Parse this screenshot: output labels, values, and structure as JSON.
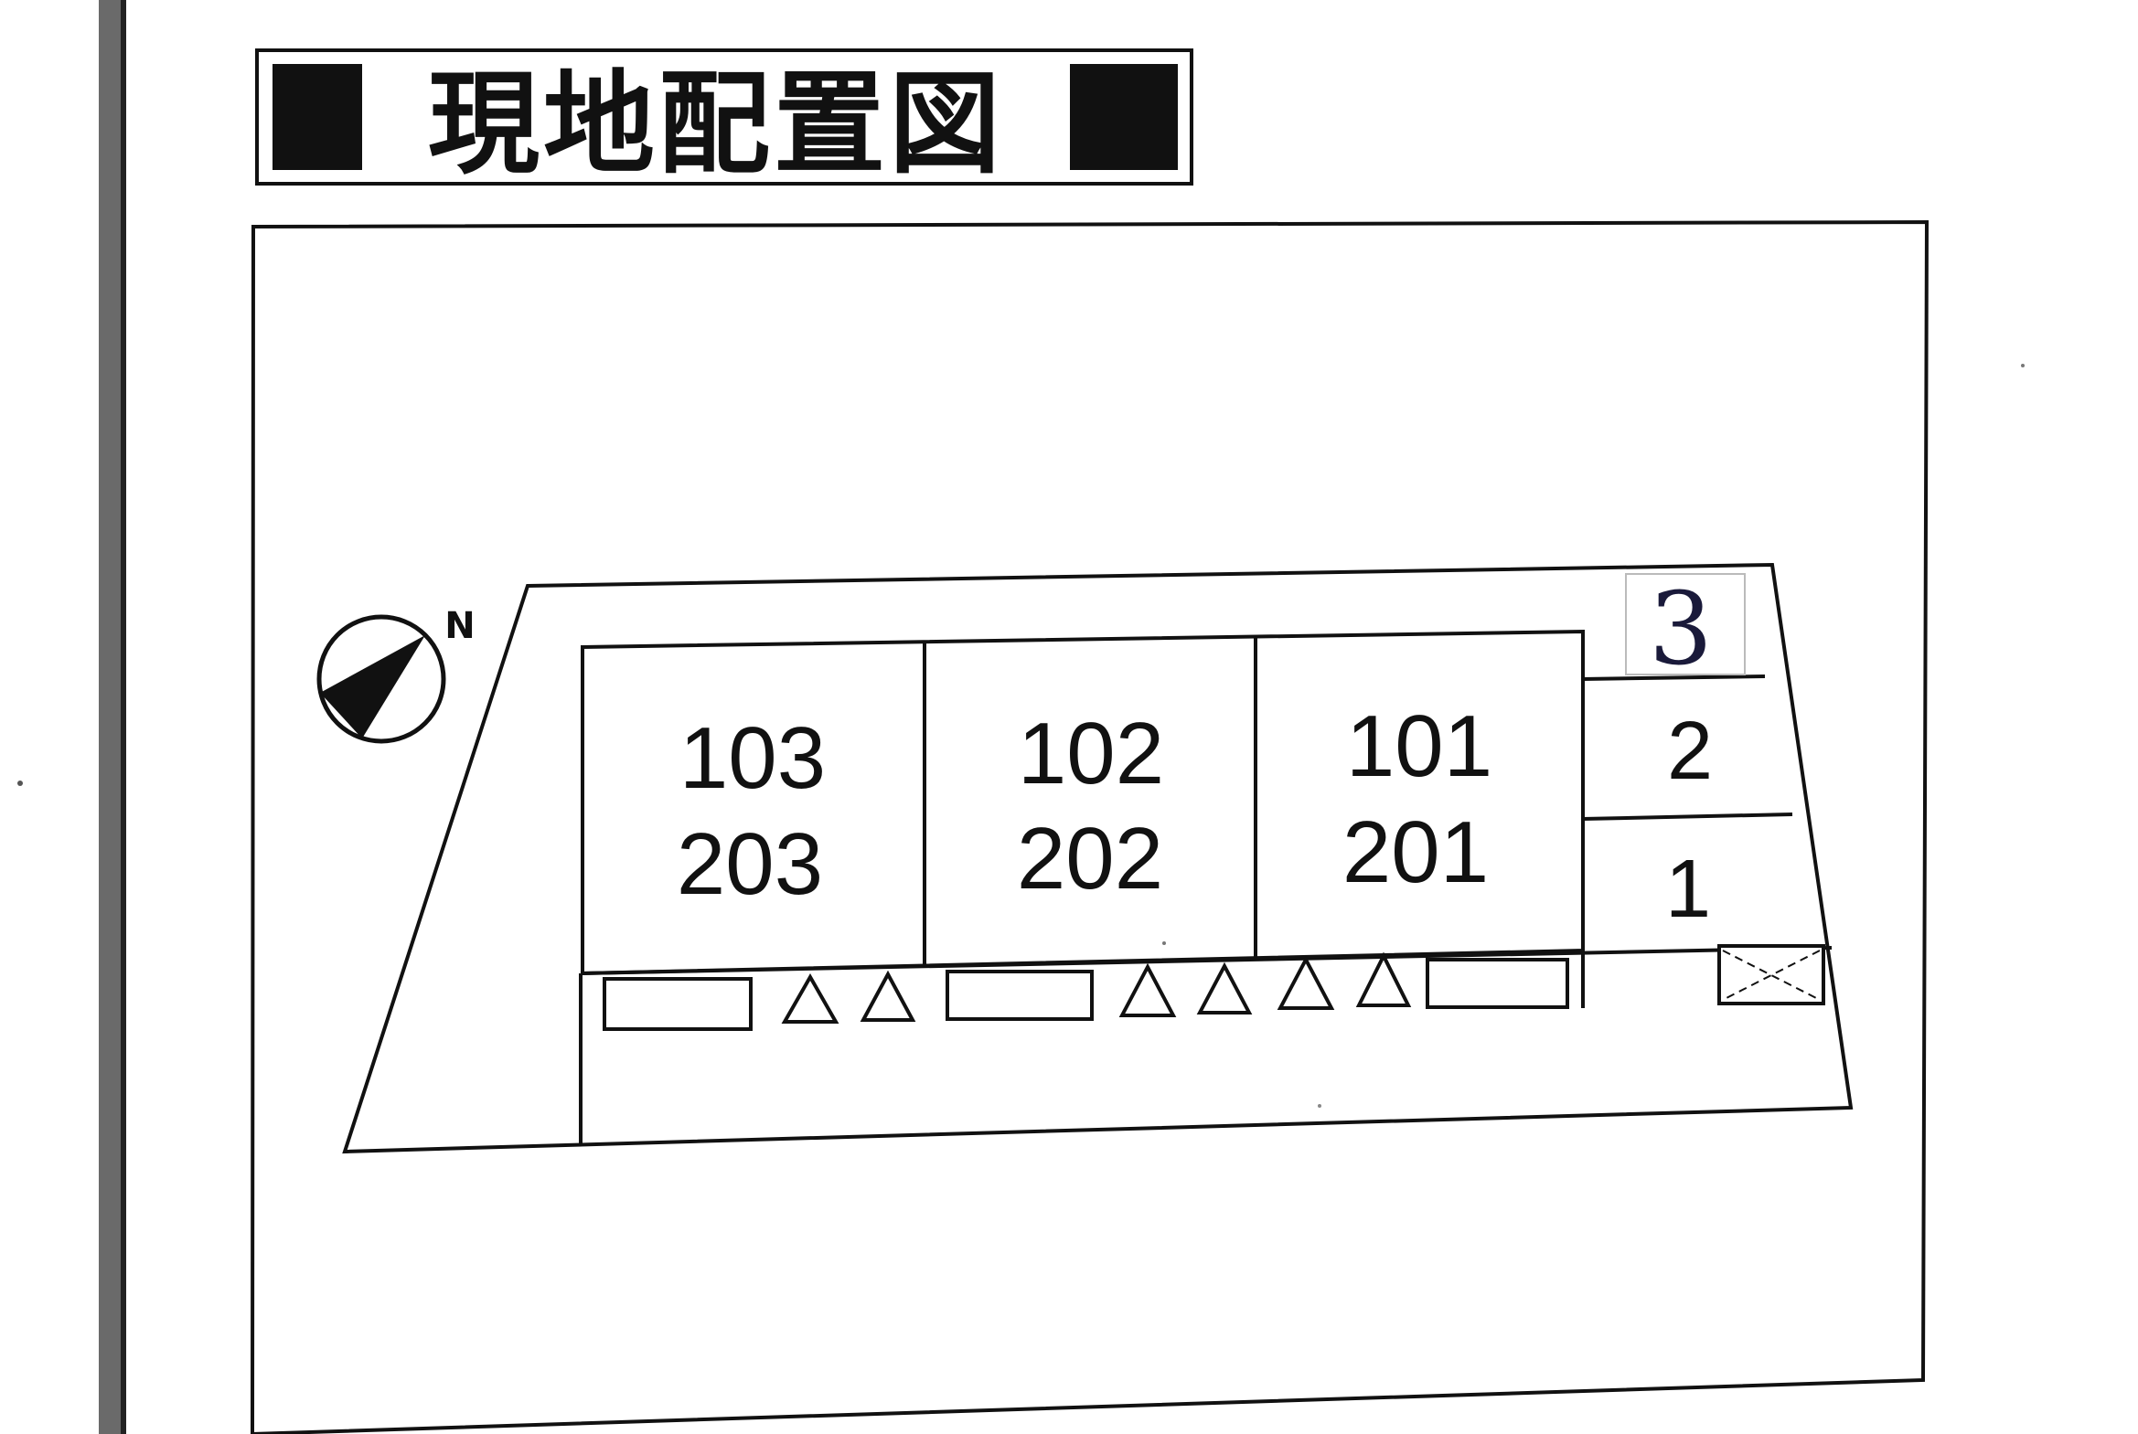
{
  "title": "現地配置図",
  "compass": {
    "north_label": "N"
  },
  "units": [
    {
      "upper": "103",
      "lower": "203"
    },
    {
      "upper": "102",
      "lower": "202"
    },
    {
      "upper": "101",
      "lower": "201"
    }
  ],
  "parking": {
    "handwritten_number": "3",
    "spaces": [
      "2",
      "1"
    ]
  },
  "colors": {
    "ink": "#111111",
    "paper": "#ffffff",
    "handwriting": "#1a1a3a"
  }
}
